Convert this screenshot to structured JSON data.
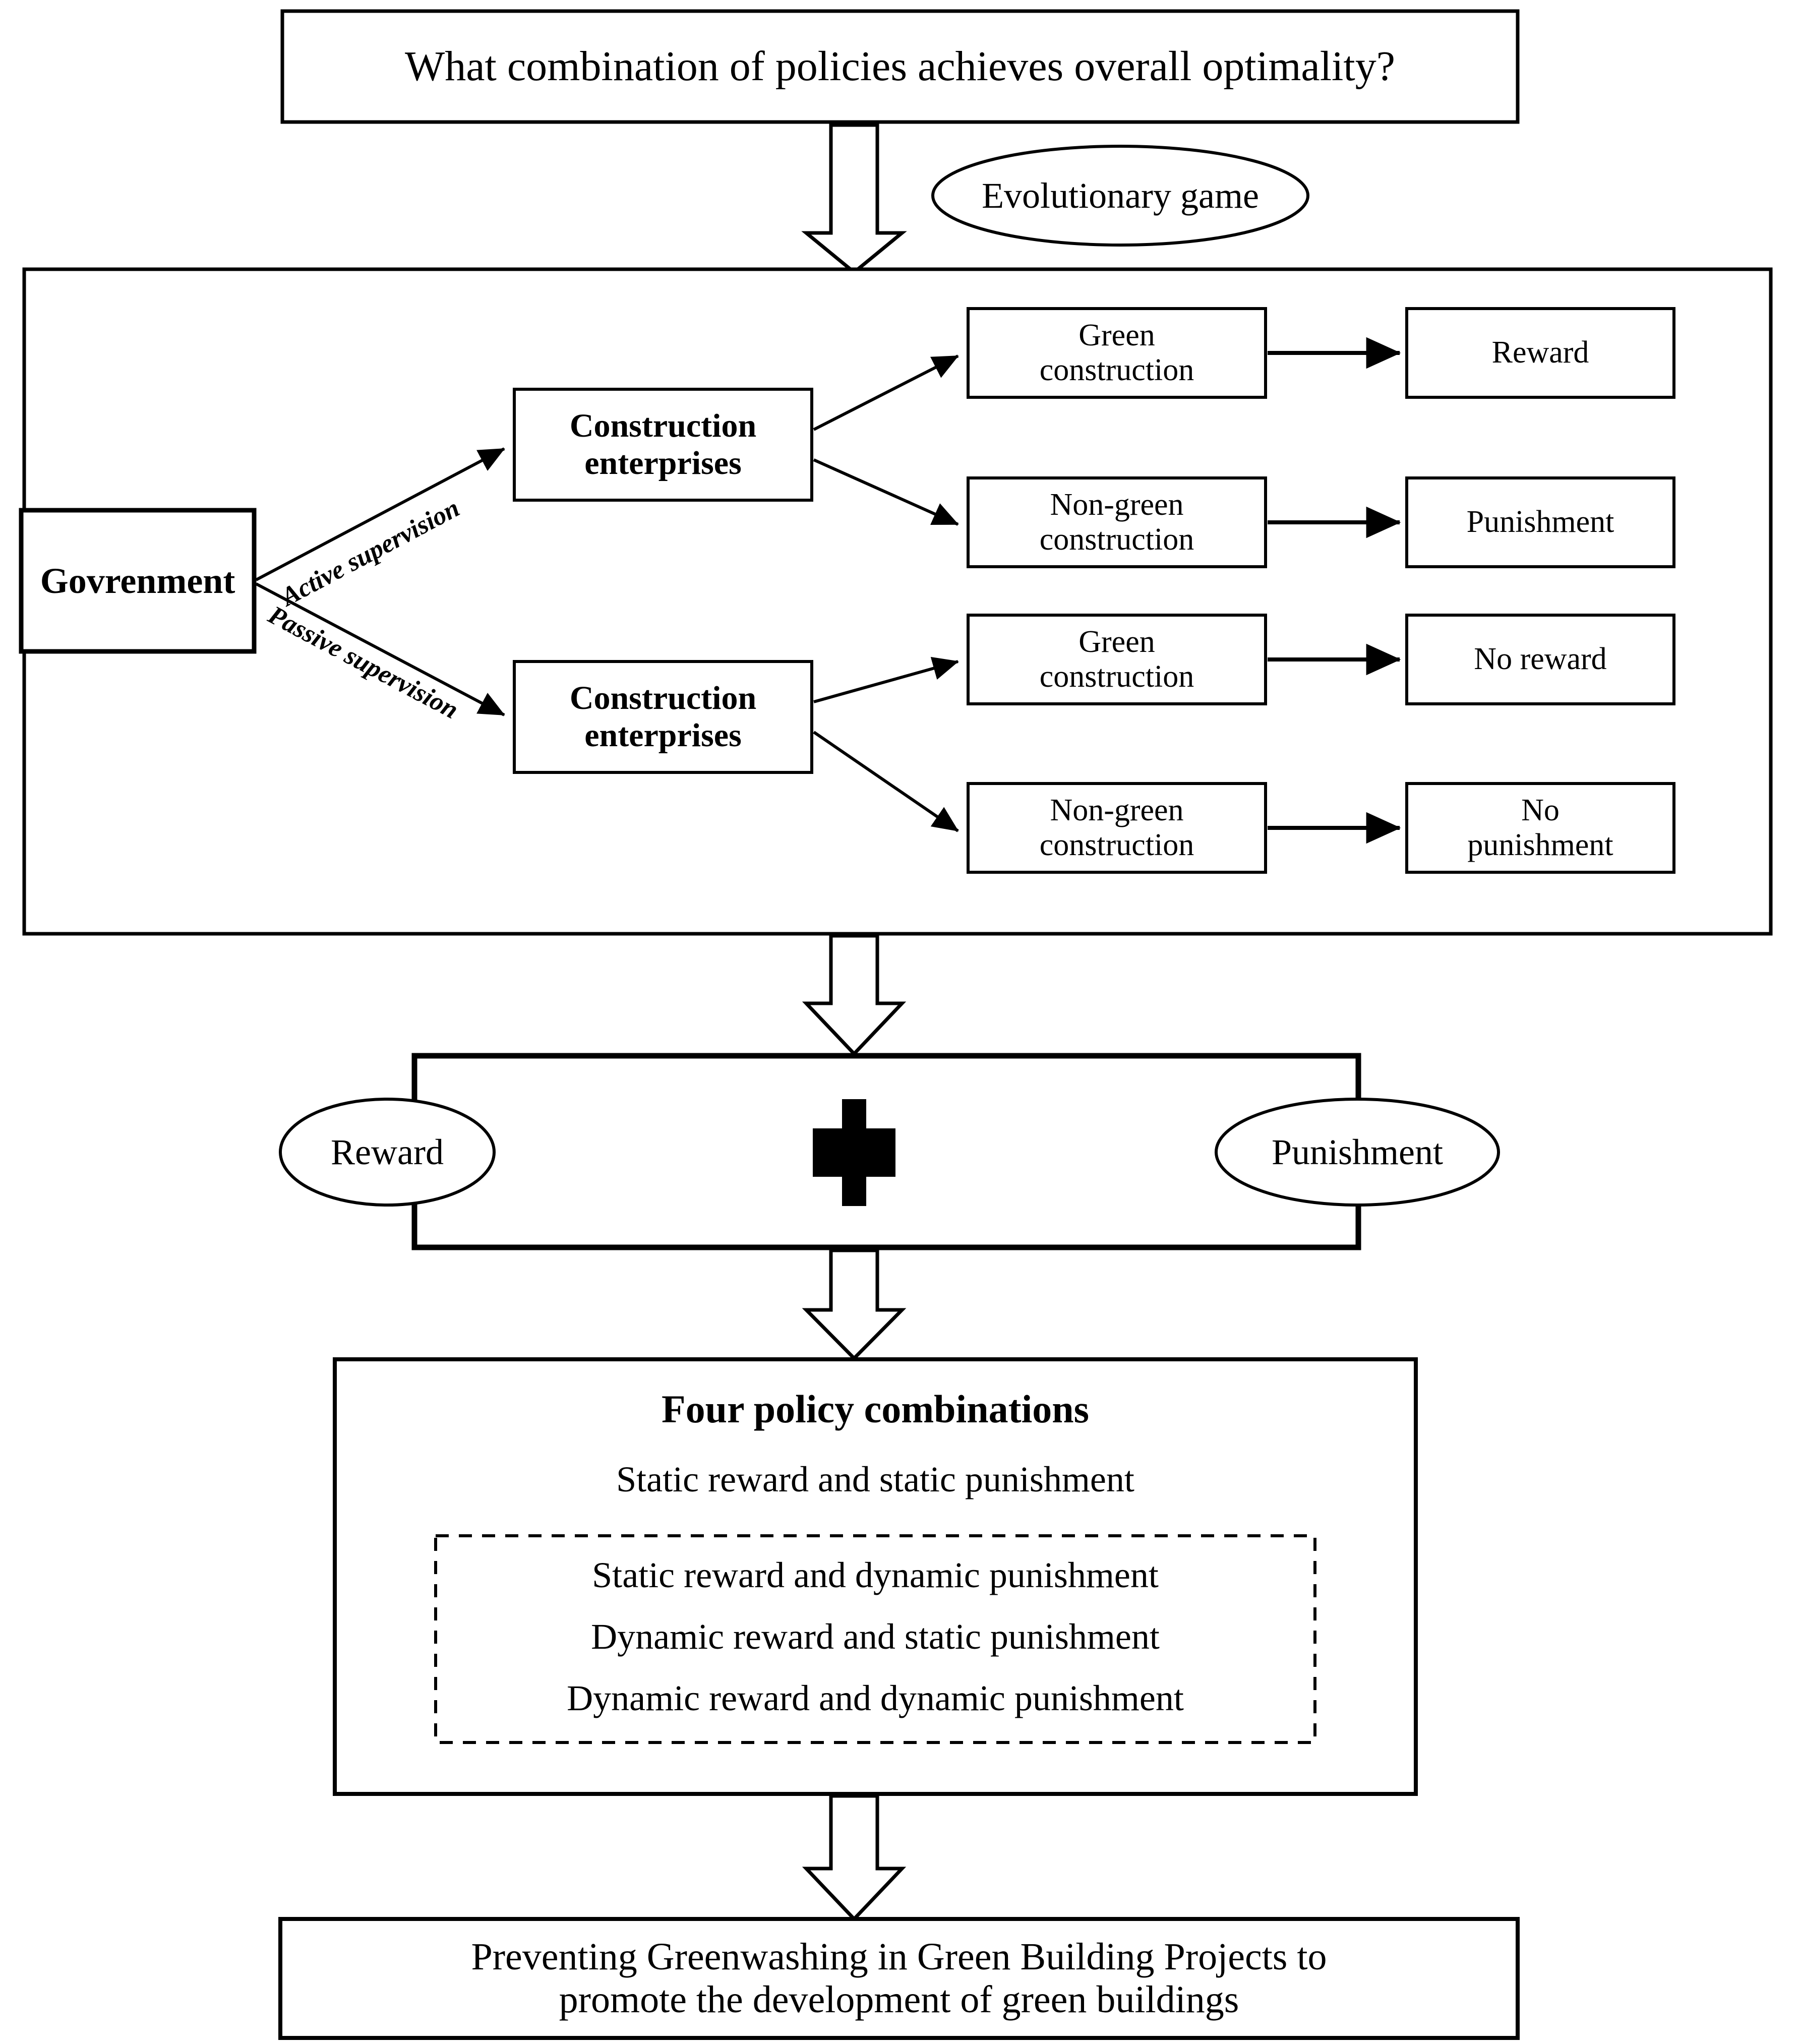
{
  "diagram": {
    "title_question": "What combination of policies achieves overall optimality?",
    "method_ellipse": "Evolutionary game",
    "game_block": {
      "actor": "Govrenment",
      "branch_labels": {
        "active": "Active supervision",
        "passive": "Passive supervision"
      },
      "enterprise_upper": "Construction\nenterprises",
      "enterprise_lower": "Construction\nenterprises",
      "strategies": [
        {
          "choice": "Green\nconstruction",
          "outcome": "Reward"
        },
        {
          "choice": "Non-green\nconstruction",
          "outcome": "Punishment"
        },
        {
          "choice": "Green\nconstruction",
          "outcome": "No reward"
        },
        {
          "choice": "Non-green\nconstruction",
          "outcome": "No\npunishment"
        }
      ]
    },
    "combination_block": {
      "left_ellipse": "Reward",
      "operator": "+",
      "right_ellipse": "Punishment"
    },
    "policy_block": {
      "heading": "Four policy combinations",
      "first_item": "Static reward and static punishment",
      "dashed_items": [
        "Static reward and dynamic punishment",
        "Dynamic reward and static punishment",
        "Dynamic reward and dynamic punishment"
      ]
    },
    "conclusion": "Preventing Greenwashing in Green Building Projects to\npromote the development of green buildings"
  }
}
